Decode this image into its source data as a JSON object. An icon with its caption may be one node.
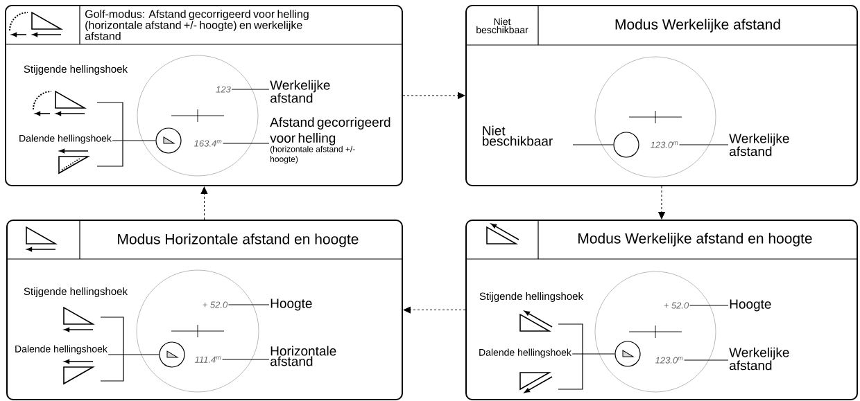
{
  "diagram": {
    "nodes": [
      {
        "text": [
          "Golf-modus: Afstand gecorrigeerd voor helling (horizontale afstand +/- hoogte) en werkelijke afstand"
        ]
      },
      {
        "text": [],
        "shape": "circle",
        "in": 0
      },
      {
        "text": [
          "Dalende hellingshoek"
        ],
        "in": 0
      },
      {
        "text": [],
        "shape": "circle",
        "in": 1
      },
      {
        "text": [
          "123"
        ],
        "in": 1
      },
      {
        "text": [
          "163.4$^{m}$"
        ],
        "in": 1
      },
      {
        "text": [
          "Werkelijke afstand"
        ],
        "in": 0
      },
      {
        "text": [
          "Afstand gecorrigeerd voor helling",
          "(horizontale afstand +/- hoogte)"
        ],
        "in": 0
      },
      {
        "text": [
          "Niet beschikbaar",
          "Modus Werkelijke afstand"
        ]
      },
      {
        "text": [],
        "shape": "circle",
        "in": 8
      },
      {
        "text": [
          "Niet beschikbaar"
        ],
        "in": 8
      },
      {
        "text": [],
        "shape": "circle",
        "in": 9
      },
      {
        "text": [
          "123.0$^{m}$"
        ],
        "in": 9
      },
      {
        "text": [
          "Werkelijke afstand"
        ],
        "in": 8
      },
      {
        "text": [
          "Modus Horizontale afstand en hoogte"
        ]
      },
      {
        "text": [],
        "shape": "circle",
        "in": 14
      },
      {
        "text": [
          "Dalende hellingshoek"
        ],
        "in": 14
      },
      {
        "text": [],
        "shape": "circle",
        "in": 15
      },
      {
        "text": [
          "+ 52.0"
        ],
        "in": 15
      },
      {
        "text": [
          "111.4$^{m}$"
        ],
        "in": 15
      },
      {
        "text": [
          "Hoogte"
        ],
        "in": 14
      },
      {
        "text": [
          "Horizontale afstand"
        ],
        "in": 14
      },
      {
        "text": [
          "Modus Werkelijke afstand en hoogte"
        ]
      },
      {
        "text": [],
        "shape": "circle",
        "in": 22
      },
      {
        "text": [
          "Dalende hellingshoek"
        ],
        "in": 22
      },
      {
        "text": [],
        "shape": "circle",
        "in": 23
      },
      {
        "text": [
          "+ 52.0"
        ],
        "in": 23
      },
      {
        "text": [
          "123.0$^{m}$"
        ],
        "in": 23
      },
      {
        "text": [
          "Hoogte"
        ],
        "in": 22
      },
      {
        "text": [
          "Werkelijke afstand"
        ],
        "in": 22
      }
    ],
    "edges": [
      {
        "from": 0,
        "to": 8,
        "arrow": "to",
        "style": "dashed"
      },
      {
        "from": 8,
        "to": 22,
        "arrow": "to",
        "style": "dashed"
      },
      {
        "from": 22,
        "to": 14,
        "arrow": "to",
        "style": "dashed"
      },
      {
        "from": 14,
        "to": 0,
        "arrow": "to",
        "style": "dashed"
      },
      {
        "from": 2,
        "to": 3,
        "arrow": "none"
      },
      {
        "from": 6,
        "to": 4,
        "arrow": "none"
      },
      {
        "from": 7,
        "to": 5,
        "arrow": "none"
      },
      {
        "from": 10,
        "to": 11,
        "arrow": "none"
      },
      {
        "from": 13,
        "to": 12,
        "arrow": "none"
      },
      {
        "from": 16,
        "to": 17,
        "arrow": "none"
      },
      {
        "from": 20,
        "to": 18,
        "arrow": "none"
      },
      {
        "from": 21,
        "to": 19,
        "arrow": "none"
      },
      {
        "from": 24,
        "to": 25,
        "arrow": "none"
      },
      {
        "from": 28,
        "to": 26,
        "arrow": "none"
      },
      {
        "from": 29,
        "to": 27,
        "arrow": "none"
      }
    ],
    "labels": [
      "Stijgende hellingshoek",
      "Stijgende hellingshoek",
      "Stijgende hellingshoek"
    ]
  }
}
